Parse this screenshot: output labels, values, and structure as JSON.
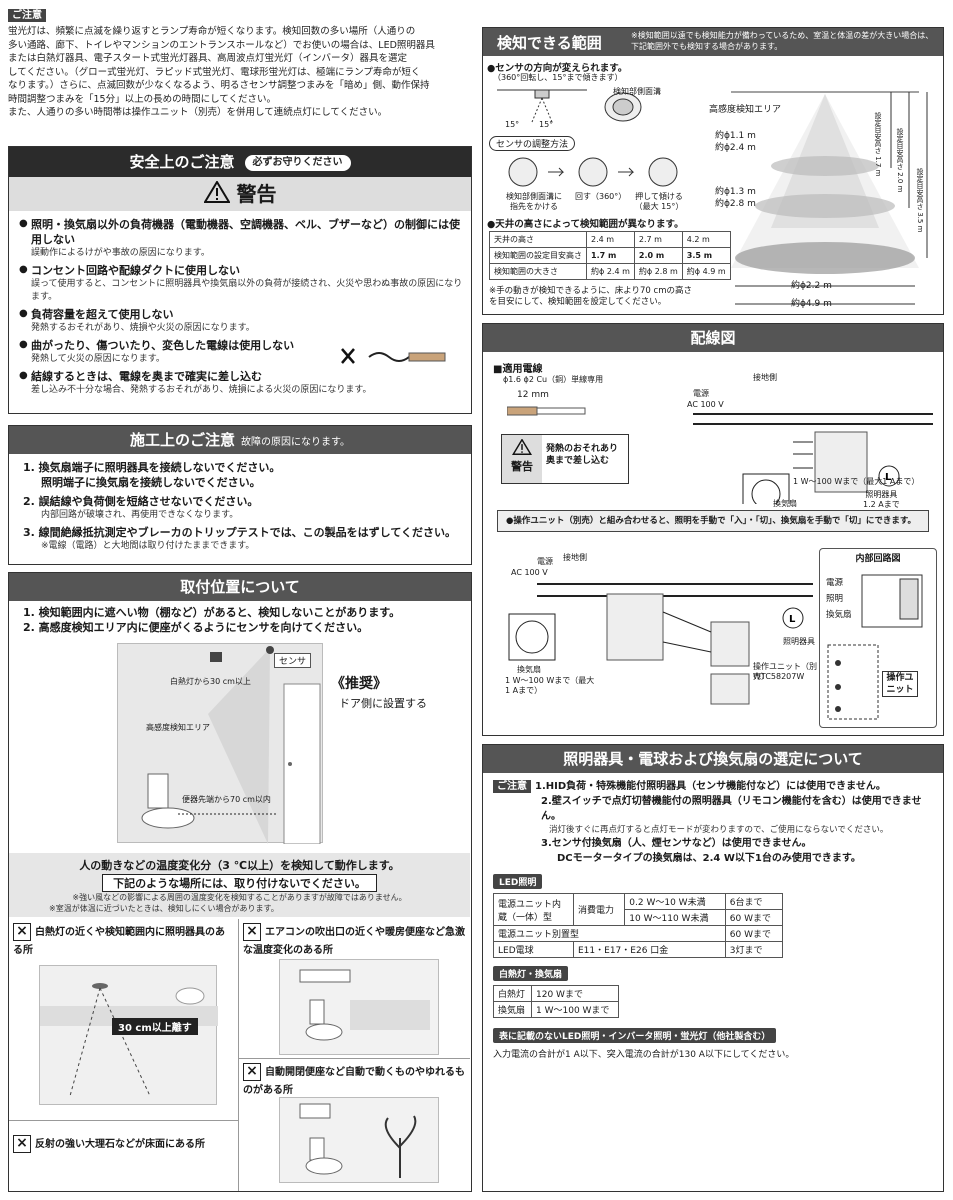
{
  "notice": {
    "tag": "ご注意",
    "lines": [
      "蛍光灯は、頻繁に点滅を繰り返すとランプ寿命が短くなります。検知回数の多い場所（人通りの",
      "多い通路、廊下、トイレやマンションのエントランスホールなど）でお使いの場合は、LED照明器具",
      "または白熱灯器具、電子スタート式蛍光灯器具、高周波点灯蛍光灯（インバータ）器具を選定",
      "してください。（グロー式蛍光灯、ラピッド式蛍光灯、電球形蛍光灯は、極端にランプ寿命が短く",
      "なります。）さらに、点滅回数が少なくなるよう、明るさセンサ調整つまみを「暗め」側、動作保持",
      "時間調整つまみを「15分」以上の長めの時間にしてください。",
      "また、人通りの多い時間帯は操作ユニット（別売）を併用して連続点灯にしてください。"
    ]
  },
  "safety": {
    "title": "安全上のご注意",
    "pill": "必ずお守りください",
    "warning": "警告",
    "items": [
      {
        "h": "照明・換気扇以外の負荷機器（電動機器、空調機器、ベル、ブザーなど）の制御には使用しない",
        "d": "誤動作によるけがや事故の原因になります。"
      },
      {
        "h": "コンセント回路や配線ダクトに使用しない",
        "d": "誤って使用すると、コンセントに照明器具や換気扇以外の負荷が接続され、火災や思わぬ事故の原因になります。"
      },
      {
        "h": "負荷容量を超えて使用しない",
        "d": "発熱するおそれがあり、焼損や火災の原因になります。"
      },
      {
        "h": "曲がったり、傷ついたり、変色した電線は使用しない",
        "d": "発熱して火災の原因になります。"
      },
      {
        "h": "結線するときは、電線を奥まで確実に差し込む",
        "d": "差し込み不十分な場合、発熱するおそれがあり、焼損による火災の原因になります。"
      }
    ]
  },
  "construction": {
    "title": "施工上のご注意",
    "sub": "故障の原因になります。",
    "items": [
      {
        "h": "1. 換気扇端子に照明器具を接続しないでください。",
        "h2": "照明端子に換気扇を接続しないでください。",
        "d": ""
      },
      {
        "h": "2. 誤結線や負荷側を短絡させないでください。",
        "h2": "",
        "d": "内部回路が破壊され、再使用できなくなります。"
      },
      {
        "h": "3. 線間絶縁抵抗測定やブレーカのトリップテストでは、この製品をはずしてください。",
        "h2": "",
        "d": "※電線（電路）と大地間は取り付けたままできます。"
      }
    ]
  },
  "mounting": {
    "title": "取付位置について",
    "items": [
      "1. 検知範囲内に遮へい物（棚など）があると、検知しないことがあります。",
      "2. 高感度検知エリア内に便座がくるようにセンサを向けてください。"
    ],
    "label_sensor": "センサ",
    "label_30cm": "白熱灯から30 cm以上",
    "label_area": "高感度検知エリア",
    "label_70cm": "便器先端から70 cm以内",
    "recommend": "《推奨》",
    "recommend_sub": "ドア側に設置する"
  },
  "temp": {
    "line1": "人の動きなどの温度変化分（3 ℃以上）を検知して動作します。",
    "line2": "下記のような場所には、取り付けないでください。",
    "note1": "※強い風などの影響による周囲の温度変化を検知することがありますが故障ではありません。",
    "note2": "※室温が体温に近づいたときは、検知しにくい場合があります。",
    "c1": "白熱灯の近くや検知範囲内に照明器具のある所",
    "c1_tag": "30 cm以上離す",
    "c2": "エアコンの吹出口の近くや暖房便座など急激な温度変化のある所",
    "c3": "自動開閉便座など自動で動くものやゆれるものがある所",
    "c4": "反射の強い大理石などが床面にある所"
  },
  "range": {
    "title": "検知できる範囲",
    "note": "※検知範囲以遠でも検知能力が備わっているため、室温と体温の差が大きい場合は、下記範囲外でも検知する場合があります。",
    "dir": "●センサの方向が変えられます。",
    "dir2": "（360°回転し、15°まで傾きます）",
    "angle1": "15°",
    "angle2": "15°",
    "side": "検知部側面溝",
    "adjust": "センサの調整方法",
    "s1": "検知部側面溝に指先をかける",
    "s2": "回す（360°）",
    "s3": "押して傾ける（最大 15°）",
    "height_title": "●天井の高さによって検知範囲が異なります。",
    "table": {
      "rows": [
        [
          "天井の高さ",
          "2.4 m",
          "2.7 m",
          "4.2 m"
        ],
        [
          "検知範囲の設定目安高さ",
          "1.7 m",
          "2.0 m",
          "3.5 m"
        ],
        [
          "検知範囲の大きさ",
          "約ϕ 2.4 m",
          "約ϕ 2.8 m",
          "約ϕ 4.9 m"
        ]
      ]
    },
    "foot": "※手の動きが検知できるように、床より70 cmの高さを目安にして、検知範囲を設定してください。",
    "hi_area": "高感度検知エリア",
    "d1": "約ϕ1.1 m",
    "d2": "約ϕ2.4 m",
    "d3": "約ϕ1.3 m",
    "d4": "約ϕ2.8 m",
    "d5": "約ϕ2.2 m",
    "d6": "約ϕ4.9 m",
    "v1": "設定目安高さ 1.7 m",
    "v2": "設定目安高さ 2.0 m",
    "v3": "設定目安高さ 3.5 m"
  },
  "wiring": {
    "title": "配線図",
    "wire_h": "■適用電線",
    "wire_d": "ϕ1.6  ϕ2 Cu（銅）単線専用",
    "strip": "12",
    "strip_unit": "mm",
    "warn_t": "警告",
    "warn_d": "発熱のおそれあり奥まで差し込む",
    "ground": "接地側",
    "power": "電源",
    "ac": "AC  100 V",
    "fan": "換気扇",
    "fan_d": "1 W〜100 Wまで（最大1 Aまで）",
    "light": "照明器具",
    "light_d": "1.2 Aまで",
    "note": "●操作ユニット（別売）と組み合わせると、照明を手動で「入」・「切」、換気扇を手動で「切」にできます。",
    "inner": "内部回路図",
    "inner_labels": [
      "電源",
      "照明",
      "換気扇"
    ],
    "unit": "操作ユニット（別売）",
    "unit_model": "WTC58207W",
    "unit_label": "操作ユニット",
    "fan_d2": "1 W〜100 Wまで（最大 1 Aまで）"
  },
  "selection": {
    "title": "照明器具・電球および換気扇の選定について",
    "tag": "ご注意",
    "l1": "1.HID負荷・特殊機能付照明器具（センサ機能付など）には使用できません。",
    "l2": "2.壁スイッチで点灯切替機能付の照明器具（リモコン機能付を含む）は使用できません。",
    "l2d": "消灯後すぐに再点灯すると点灯モードが変わりますので、ご使用にならないでください。",
    "l3": "3.センサ付換気扇（人、煙センサなど）は使用できません。",
    "l3b": "DCモータータイプの換気扇は、2.4 W以下1台のみ使用できます。",
    "led": "LED照明",
    "led_rows": [
      [
        "電源ユニット内蔵（一体）型",
        "消費電力",
        "0.2 W〜10 W未満",
        "6台まで"
      ],
      [
        "",
        "",
        "10 W〜110 W未満",
        "60 Wまで"
      ],
      [
        "電源ユニット別置型",
        "",
        "",
        "60 Wまで"
      ],
      [
        "LED電球",
        "E11・E17・E26 口金",
        "",
        "3灯まで"
      ]
    ],
    "inc": "白熱灯・換気扇",
    "inc_rows": [
      [
        "白熱灯",
        "120 Wまで"
      ],
      [
        "換気扇",
        "1 W〜100 Wまで"
      ]
    ],
    "other": "表に記載のないLED照明・インバータ照明・蛍光灯（他社製含む）",
    "other_d": "入力電流の合計が1 A以下、突入電流の合計が130 A以下にしてください。"
  }
}
